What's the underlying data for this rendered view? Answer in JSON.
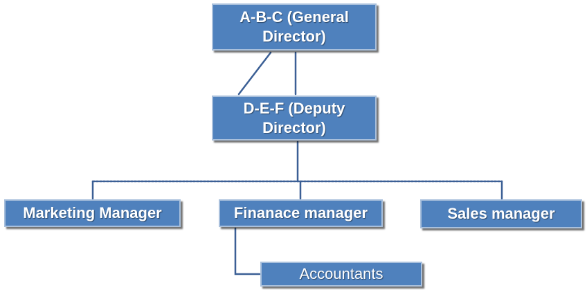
{
  "chart": {
    "nodes": {
      "general_director": {
        "line1": "A-B-C (General",
        "line2": "Director)"
      },
      "deputy_director": {
        "line1": "D-E-F (Deputy",
        "line2": "Director)"
      },
      "marketing_manager": {
        "label": "Marketing Manager"
      },
      "finance_manager": {
        "label": "Finanace manager"
      },
      "sales_manager": {
        "label": "Sales manager"
      },
      "accountants": {
        "label": "Accountants"
      }
    },
    "colors": {
      "box_fill": "#4f81bd",
      "box_border": "#a9c0dc",
      "text": "#ffffff",
      "connector": "#3b5f95"
    }
  }
}
